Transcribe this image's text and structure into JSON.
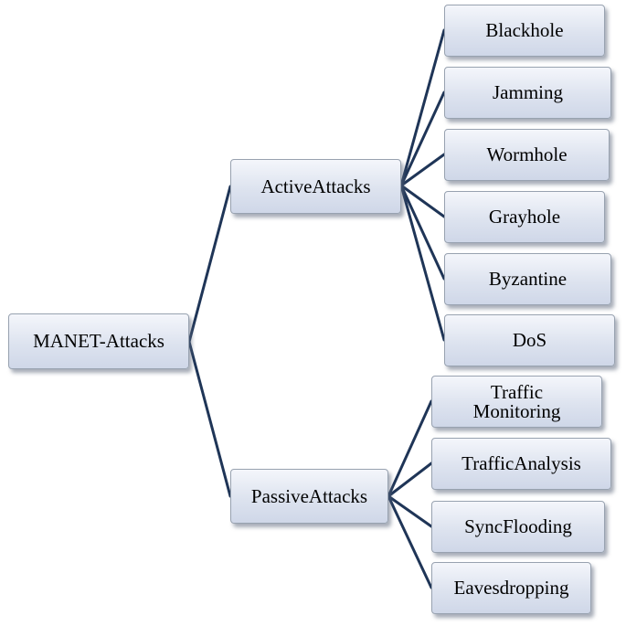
{
  "root": {
    "label": "MANET-Attacks"
  },
  "active": {
    "label": "ActiveAttacks",
    "items": [
      "Blackhole",
      "Jamming",
      "Wormhole",
      "Grayhole",
      "Byzantine",
      "DoS"
    ]
  },
  "passive": {
    "label": "PassiveAttacks",
    "traffic_monitoring": [
      "Traffic",
      "Monitoring"
    ],
    "items": [
      "TrafficAnalysis",
      "SyncFlooding",
      "Eavesdropping"
    ]
  },
  "colors": {
    "connector": "#1f3557",
    "box_top": "#f4f6fb",
    "box_bottom": "#cfd7e8",
    "box_border": "#98a2b0"
  }
}
